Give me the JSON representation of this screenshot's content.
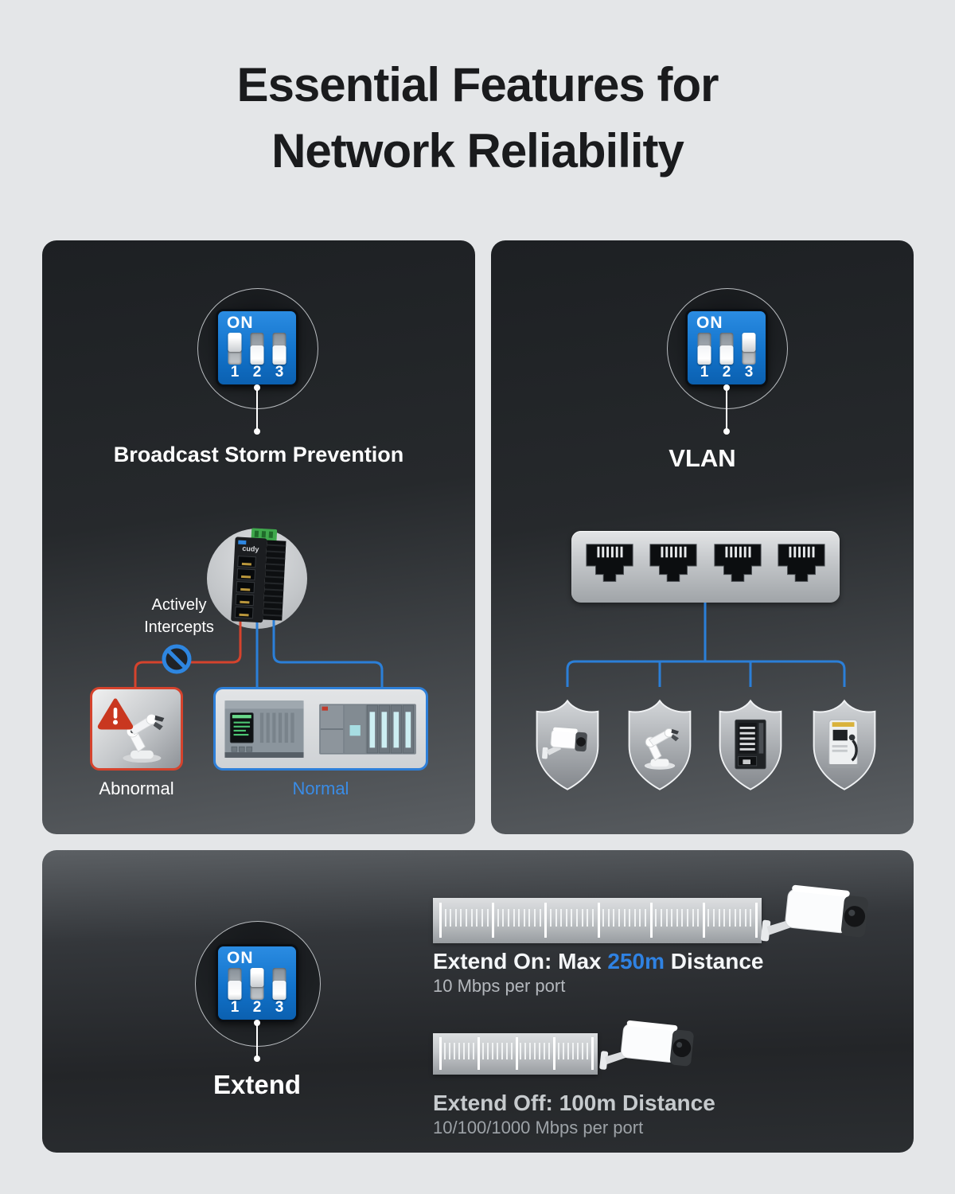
{
  "title": {
    "line1": "Essential Features for",
    "line2": "Network Reliability"
  },
  "broadcast_panel": {
    "dip": {
      "on_label": "ON",
      "numbers": [
        "1",
        "2",
        "3"
      ],
      "states": [
        "on",
        "off",
        "off"
      ]
    },
    "title": "Broadcast Storm Prevention",
    "intercept_note": "Actively Intercepts",
    "abnormal_label": "Abnormal",
    "normal_label": "Normal",
    "device_brand": "cudy"
  },
  "vlan_panel": {
    "dip": {
      "on_label": "ON",
      "numbers": [
        "1",
        "2",
        "3"
      ],
      "states": [
        "off",
        "off",
        "on"
      ]
    },
    "title": "VLAN",
    "port_count": 4,
    "shields": [
      "security-camera",
      "robot-arm",
      "vending-machine",
      "ev-charger"
    ]
  },
  "extend_panel": {
    "dip": {
      "on_label": "ON",
      "numbers": [
        "1",
        "2",
        "3"
      ],
      "states": [
        "off",
        "on",
        "off"
      ]
    },
    "title": "Extend",
    "extend_on": {
      "prefix": "Extend On: Max ",
      "highlight": "250m",
      "suffix": " Distance",
      "subtext": "10 Mbps per port",
      "ruler": {
        "sections": 6,
        "minors": 9
      }
    },
    "extend_off": {
      "heading": "Extend Off: 100m Distance",
      "subtext": "10/100/1000 Mbps per port",
      "ruler": {
        "sections": 4,
        "minors": 7
      }
    }
  },
  "colors": {
    "highlight_blue": "#2f82e2",
    "normal_blue": "#3a8ce6",
    "alert_red": "#d5432d",
    "line_blue": "#2b7fd8",
    "dip_blue": "#1478d2",
    "page_bg": "#e4e6e8"
  },
  "icons": {
    "prohibition": "no-entry-icon",
    "warning": "warning-triangle-icon",
    "camera": "bullet-camera-icon",
    "dip_switch": "dip-switch",
    "rj45_port": "ethernet-port-icon",
    "shield": "shield-icon",
    "network_switch": "industrial-switch-icon",
    "robot": "robot-arm-icon",
    "plc": "plc-controller-icon",
    "vending": "vending-machine-icon",
    "ev": "ev-charger-icon"
  }
}
